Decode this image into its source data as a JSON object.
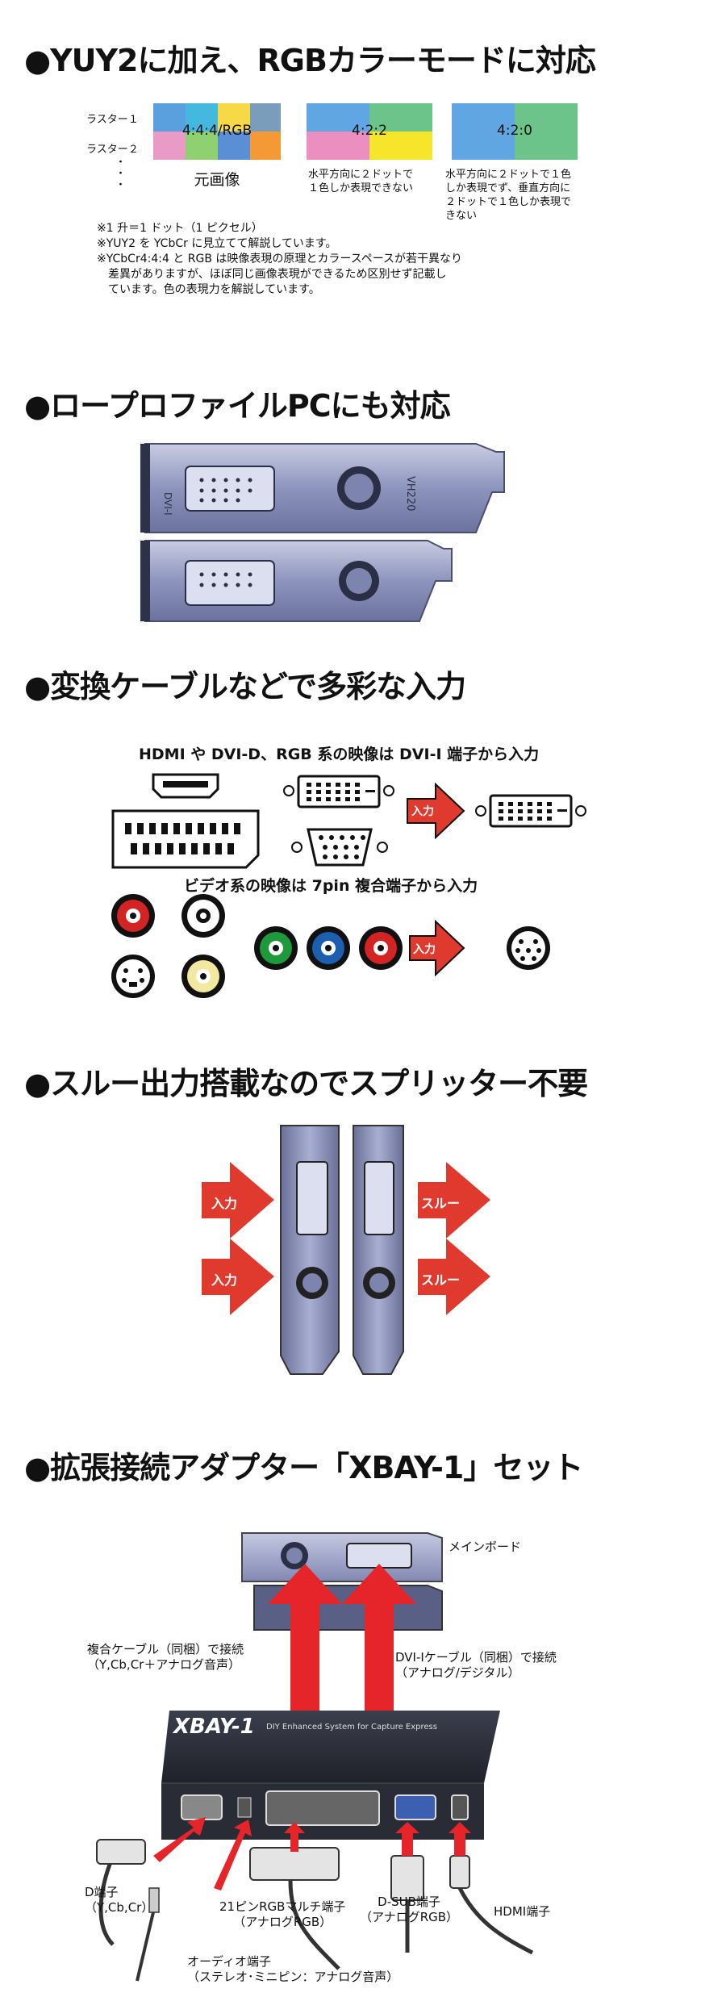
{
  "section1": {
    "heading": "●YUY2に加え、RGBカラーモードに対応",
    "raster1": "ラスター１",
    "raster2": "ラスター２",
    "dots": "・\n・\n・",
    "block1_label": "4:4:4/RGB",
    "block1_caption": "元画像",
    "block2_label": "4:2:2",
    "block2_caption": "水平方向に２ドットで\n１色しか表現できない",
    "block3_label": "4:2:0",
    "block3_caption": "水平方向に２ドットで１色\nしか表現でず、垂直方向に\n２ドットで１色しか表現で\nきない",
    "notes": [
      "※1 升＝1 ドット（1 ピクセル）",
      "※YUY2 を YCbCr に見立てて解説しています。",
      "※YCbCr4:4:4 と RGB は映像表現の原理とカラースペースが若干異なり",
      "　差異がありますが、ほぼ同じ画像表現ができるため区別せず記載し",
      "　ています。色の表現力を解説しています。"
    ]
  },
  "section2": {
    "heading": "●ロープロファイルPCにも対応",
    "card_label_left": "DVI-I",
    "card_label_right": "VH220"
  },
  "section3": {
    "heading": "●変換ケーブルなどで多彩な入力",
    "sub1": "HDMI や DVI-D、RGB 系の映像は DVI-I 端子から入力",
    "sub2": "ビデオ系の映像は 7pin 複合端子から入力",
    "input_label": "入力"
  },
  "section4": {
    "heading": "●スルー出力搭載なのでスプリッター不要",
    "in1": "入力",
    "in2": "入力",
    "through1": "スルー",
    "through2": "スルー"
  },
  "section5": {
    "heading": "●拡張接続アダプター「XBAY-1」セット",
    "mainboard": "メインボード",
    "composite_cable": "複合ケーブル（同梱）で接続\n（Y,Cb,Cr＋アナログ音声）",
    "dvi_cable": "DVI-Iケーブル（同梱）で接続\n（アナログ/デジタル）",
    "box_title": "XBAY-1",
    "box_subtitle": "DIY Enhanced  System for Capture Express",
    "d_terminal": "D端子\n（Y,Cb,Cr）",
    "rgb21": "21ピンRGBマルチ端子\n（アナログRGB）",
    "dsub": "D-SUB端子\n（アナログRGB）",
    "hdmi": "HDMI端子",
    "audio": "オーディオ端子\n（ステレオ･ミニピン：アナログ音声）"
  },
  "colors": {
    "red_arrow": "#e03a2e",
    "card_blue": "#9aa2c8",
    "box_dark": "#2c2f3a"
  }
}
